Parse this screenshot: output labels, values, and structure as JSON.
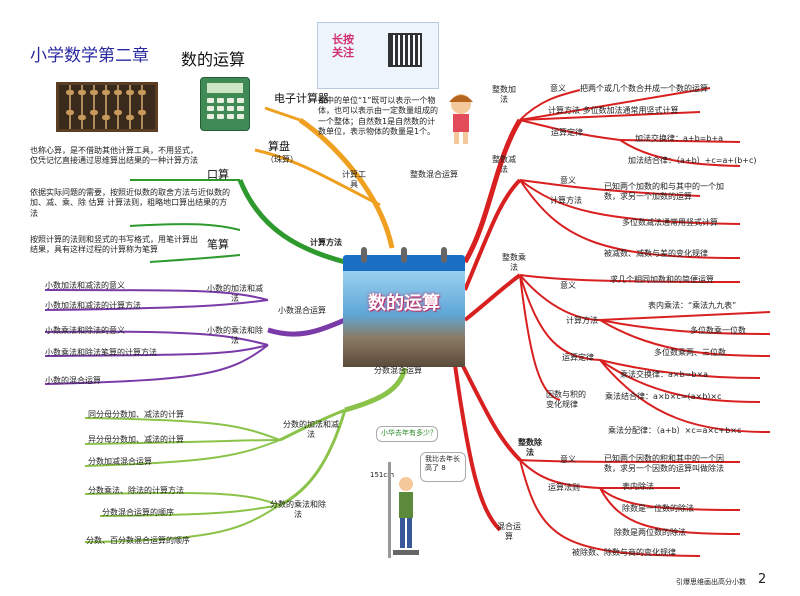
{
  "header": {
    "title": "小学数学第二章",
    "subtitle": "数的运算",
    "qr_card": {
      "title_lines": [
        "长按",
        "关注"
      ]
    }
  },
  "center": {
    "title": "数的运算"
  },
  "calc_branch": {
    "label": "计算方法",
    "tools": {
      "label": "计算工具",
      "electronic": "电子计算器",
      "abacus": "算盘",
      "abacus_note": "（珠算）"
    },
    "mental": {
      "label": "口算",
      "desc": "也称心算，是不借助其他计算工具，不用竖式，仅凭记忆直接通过思维算出结果的一种计算方法"
    },
    "estimate": {
      "desc": "依据实际问题的需要，按照近似数的取舍方法与近似数的加、减、乘、除 估算 计算法则，粗略地口算出结果的方法"
    },
    "written": {
      "label": "笔算",
      "desc": "按照计算的法则和竖式的书写格式，用笔计算出结果，具有这样过程的计算称为笔算"
    }
  },
  "decimal_branch": {
    "label": "小数混合运算",
    "add_sub": {
      "label": "小数的加法和减法",
      "items": [
        "小数加法和减法的意义",
        "小数加法和减法的计算方法"
      ]
    },
    "mul_div": {
      "label": "小数的乘法和除法",
      "items": [
        "小数乘法和除法的意义",
        "小数乘法和除法笔算的计算方法"
      ]
    },
    "mixed": "小数的混合运算"
  },
  "fraction_branch": {
    "label": "分数混合运算",
    "add_sub": {
      "label": "分数的加法和减法",
      "items": [
        "同分母分数加、减法的计算",
        "异分母分数加、减法的计算",
        "分数加减混合运算"
      ]
    },
    "mul_div": {
      "label": "分数的乘法和除法",
      "items": [
        "分数乘法、除法的计算方法",
        "分数混合运算的顺序",
        "分数、百分数混合运算的顺序"
      ]
    },
    "bubble_top": "小华去年有多少？",
    "bubble_boy": "我比去年长高了",
    "bubble_boy_value": "8",
    "height_label": "151cm"
  },
  "integer_branch": {
    "label": "整数混合运算",
    "unit_note": "数中的单位“1”既可以表示一个物体，也可以表示由一定数量组成的一个整体；自然数1是自然数的计数单位，表示物体的数量是1个。",
    "add": {
      "label": "整数加法",
      "meaning_label": "意义",
      "meaning": "把两个或几个数合并成一个数的运算",
      "method": "计算方法 多位数加法通常用竖式计算",
      "laws_label": "运算定律",
      "commutative": "加法交换律：a+b=b+a",
      "associative": "加法结合律：（a+b）+c=a+(b+c)"
    },
    "sub": {
      "label": "整数减法",
      "meaning_label": "意义",
      "meaning": "已知两个加数的和与其中的一个加数，求另一个加数的运算",
      "method_label": "计算方法",
      "method": "多位数减法通常用竖式计算",
      "change": "被减数、减数与差的变化规律"
    },
    "mul": {
      "label": "整数乘法",
      "meaning_label": "意义",
      "meaning": "求几个相同加数和的简便运算",
      "method_label": "计算方法",
      "table": "表内乘法：“乘法九九表”",
      "multi_one": "多位数乘一位数",
      "multi_three": "多位数乘两、三位数",
      "laws_label": "运算定律",
      "commutative": "乘法交换律：a×b=b×a",
      "associative": "乘法结合律：a×b×c=(a×b)×c",
      "distributive": "乘法分配律：（a+b）×c=a×c+b×c",
      "change": "因数与积的变化规律"
    },
    "div": {
      "label": "整数除法",
      "meaning_label": "意义",
      "meaning": "已知两个因数的积和其中的一个因数，求另一个因数的运算叫做除法",
      "method_label": "运算法则",
      "table": "表内除法",
      "one_digit": "除数是一位数的除法",
      "two_digit": "除数是两位数的除法",
      "change": "被除数、除数与商的变化规律"
    },
    "mixed": "混合运算"
  },
  "footer": {
    "text": "引爆思维画出高分小数",
    "page": "2"
  },
  "colors": {
    "orange": "#f0a020",
    "green": "#2e9a2e",
    "purple": "#7a3aa8",
    "lightgreen": "#8bc34a",
    "red": "#d92020"
  }
}
